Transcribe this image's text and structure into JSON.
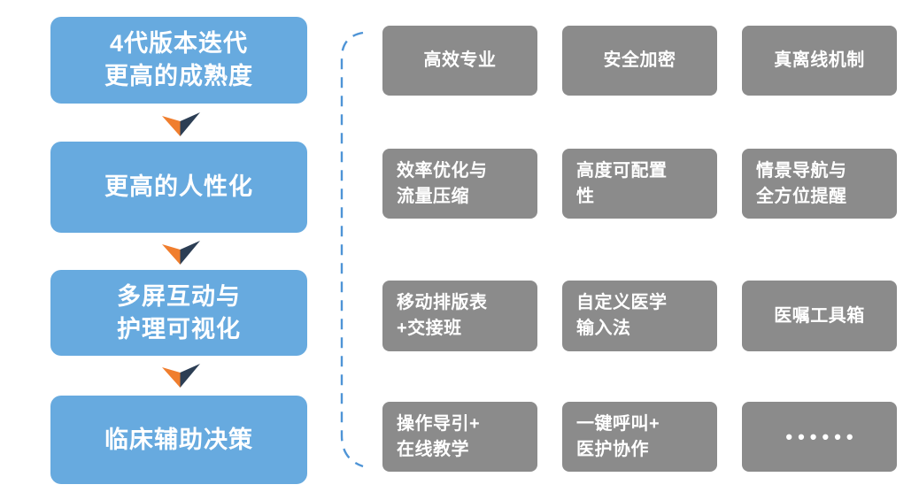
{
  "palette": {
    "stage_blue": "#67AADF",
    "feature_gray": "#8B8B8B",
    "arrow_orange": "#F07E2E",
    "arrow_navy": "#2C3E54",
    "brace_blue": "#4E94D6",
    "text_white": "#FFFFFF"
  },
  "left_column": {
    "stages": [
      {
        "label": "4代版本迭代\n更高的成熟度"
      },
      {
        "label": "更高的人性化"
      },
      {
        "label": "多屏互动与\n护理可视化"
      },
      {
        "label": "临床辅助决策"
      }
    ]
  },
  "right_grid": {
    "rows": [
      {
        "cells": [
          "高效专业",
          "安全加密",
          "真离线机制"
        ]
      },
      {
        "cells": [
          "效率优化与\n流量压缩",
          "高度可配置\n性",
          "情景导航与\n全方位提醒"
        ]
      },
      {
        "cells": [
          "移动排版表\n+交接班",
          "自定义医学\n输入法",
          "医嘱工具箱"
        ]
      },
      {
        "cells": [
          "操作导引+\n在线教学",
          "一键呼叫+\n医护协作",
          "••••••"
        ]
      }
    ]
  }
}
